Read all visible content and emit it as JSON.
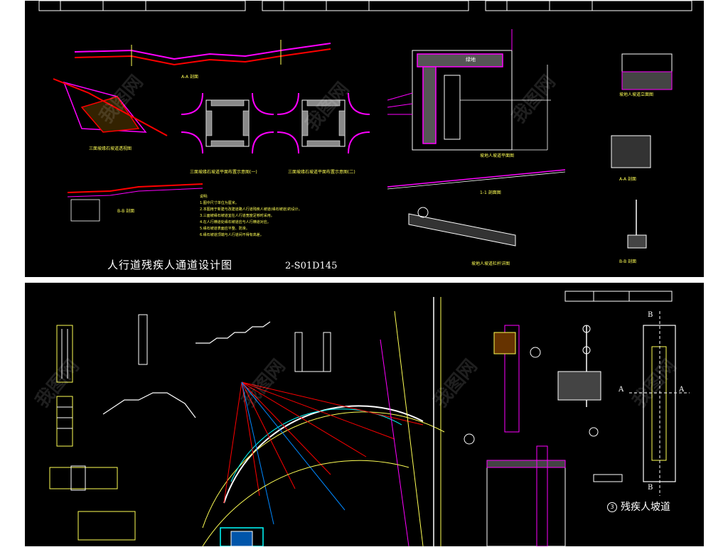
{
  "sheet_top": {
    "title": "人行道残疾人通道设计图",
    "code": "2-S01D145",
    "labels": {
      "aa_section": "A-A 剖面",
      "three_types": "三面坡缘石坡道透视图",
      "plan1": "三面坡缘石坡道平面布置示意图(一)",
      "plan2": "三面坡缘石坡道平面布置示意图(二)",
      "bb_section": "B-B 剖面",
      "ramp_plan": "坡地人坡道平面图",
      "ramp_elev": "坡地人坡道立面图",
      "section11": "1-1 剖面图",
      "section_aa2": "A-A 剖面",
      "section_bb2": "B-B 剖面",
      "detail": "坡地人坡道栏杆详图",
      "ground": "绿地"
    },
    "notes_title": "说明:",
    "notes": [
      "1.图中尺寸单位为厘米。",
      "2.本图用于新建与改建道路人行道残疾人坡道(缘石坡道)的设计。",
      "3.三面坡缘石坡道宜在人行道宽度足够时采用。",
      "4.在人行横道处缘石坡道应与人行横道对应。",
      "5.缘石坡道表面应平整、防滑。",
      "6.缘石坡道顶端与人行道间不得有高差。"
    ]
  },
  "sheet_bottom": {
    "title": "残疾人坡道",
    "circle_number": "3",
    "letters": {
      "a_left": "A",
      "a_right": "A",
      "b_top": "B",
      "b_bottom": "B"
    }
  },
  "watermark": "我图网",
  "colors": {
    "background": "#000000",
    "line_yellow": "#ffff55",
    "line_green": "#00ff00",
    "line_magenta": "#ff00ff",
    "line_red": "#ff0000",
    "line_cyan": "#00ffff",
    "line_white": "#ffffff"
  }
}
